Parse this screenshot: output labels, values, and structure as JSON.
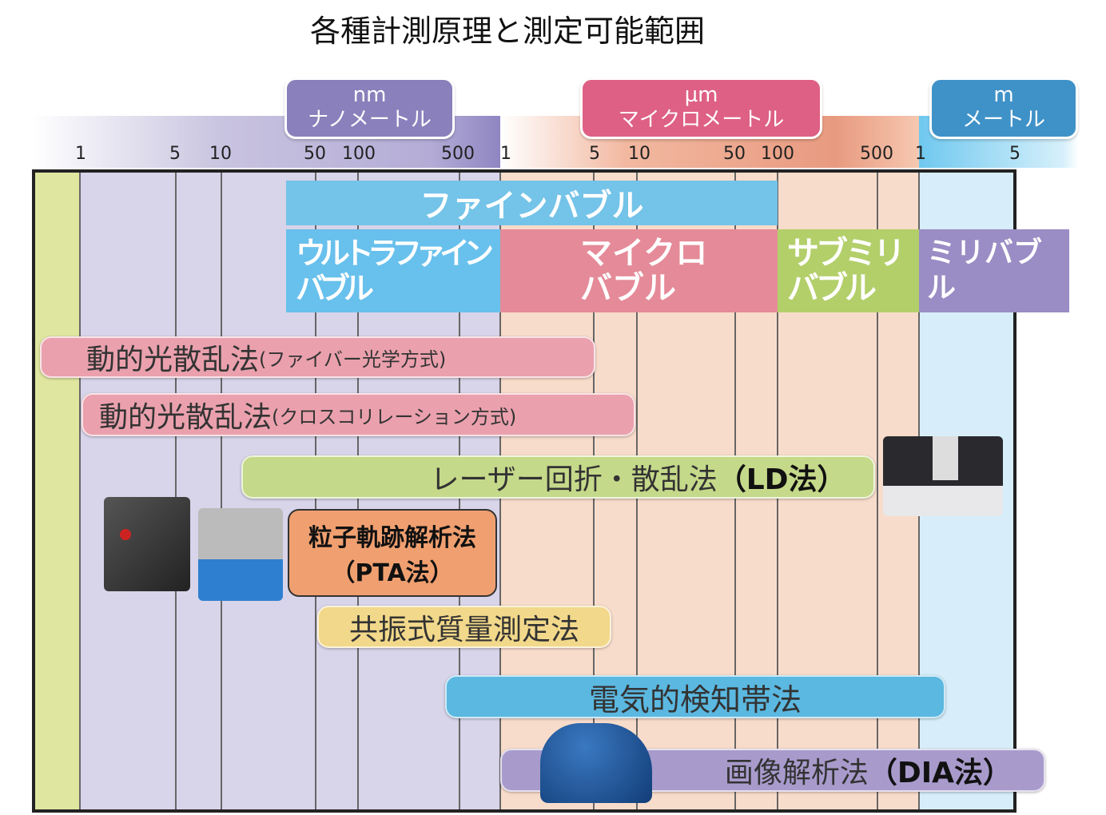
{
  "title": "各種計測原理と測定可能範囲",
  "units": [
    {
      "symbol": "nm",
      "name": "ナノメートル"
    },
    {
      "symbol": "µm",
      "name": "マイクロメートル"
    },
    {
      "symbol": "m",
      "name": "メートル"
    }
  ],
  "ticks": [
    "1",
    "5",
    "10",
    "50",
    "100",
    "500",
    "1",
    "5",
    "10",
    "50",
    "100",
    "500",
    "1",
    "5"
  ],
  "bubble_categories": {
    "fine": "ファインバブル",
    "ultrafine": "ウルトラファイン\nバブル",
    "micro": "マイクロ\nバブル",
    "submilli": "サブミリ\nバブル",
    "milli": "ミリバブル"
  },
  "methods": {
    "dls_fiber": {
      "main": "動的光散乱法",
      "sub": "(ファイバー光学方式)"
    },
    "dls_cross": {
      "main": "動的光散乱法",
      "sub": "(クロスコリレーション方式)"
    },
    "ld": "レーザー回折・散乱法",
    "ld_abbr": "（LD法）",
    "pta": "粒子軌跡解析法",
    "pta_abbr": "（PTA法）",
    "rmm": "共振式質量測定法",
    "esz": "電気的検知帯法",
    "dia": "画像解析法",
    "dia_abbr": "（DIA法）"
  }
}
